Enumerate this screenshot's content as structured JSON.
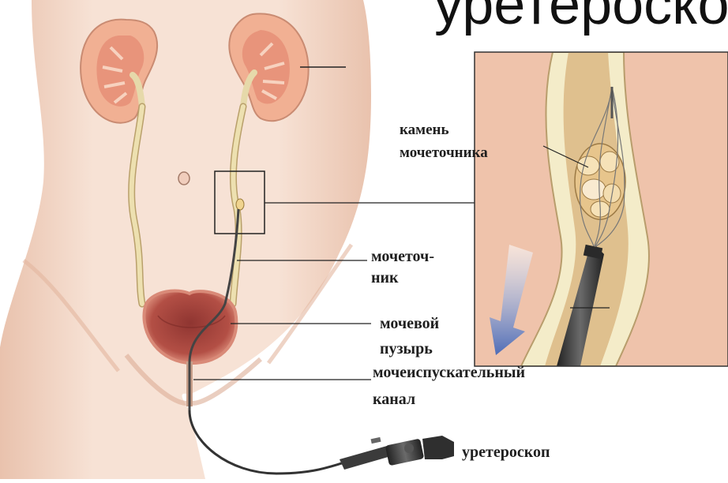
{
  "title_fragment": "уретероскопия",
  "labels": {
    "stone_line1": "камень",
    "stone_line2": "мочеточника",
    "ureter_line1": "мочеточ-",
    "ureter_line2": "ник",
    "bladder_line1": "мочевой",
    "bladder_line2": "пузырь",
    "urethra_line1": "мочеиспускательный",
    "urethra_line2": "канал",
    "ureteroscope": "уретероскоп"
  },
  "colors": {
    "skin": "#f5dccd",
    "skin_shadow": "#e6bca6",
    "kidney_outer": "#f2b49a",
    "kidney_inner": "#e08b73",
    "ureter": "#e9d9a8",
    "bladder": "#c9685a",
    "bladder_inner": "#9e3e37",
    "inset_bg": "#efc3ab",
    "stone": "#f3d7a6",
    "scope": "#3a3a3a",
    "arrow": "#4a6fc4"
  }
}
